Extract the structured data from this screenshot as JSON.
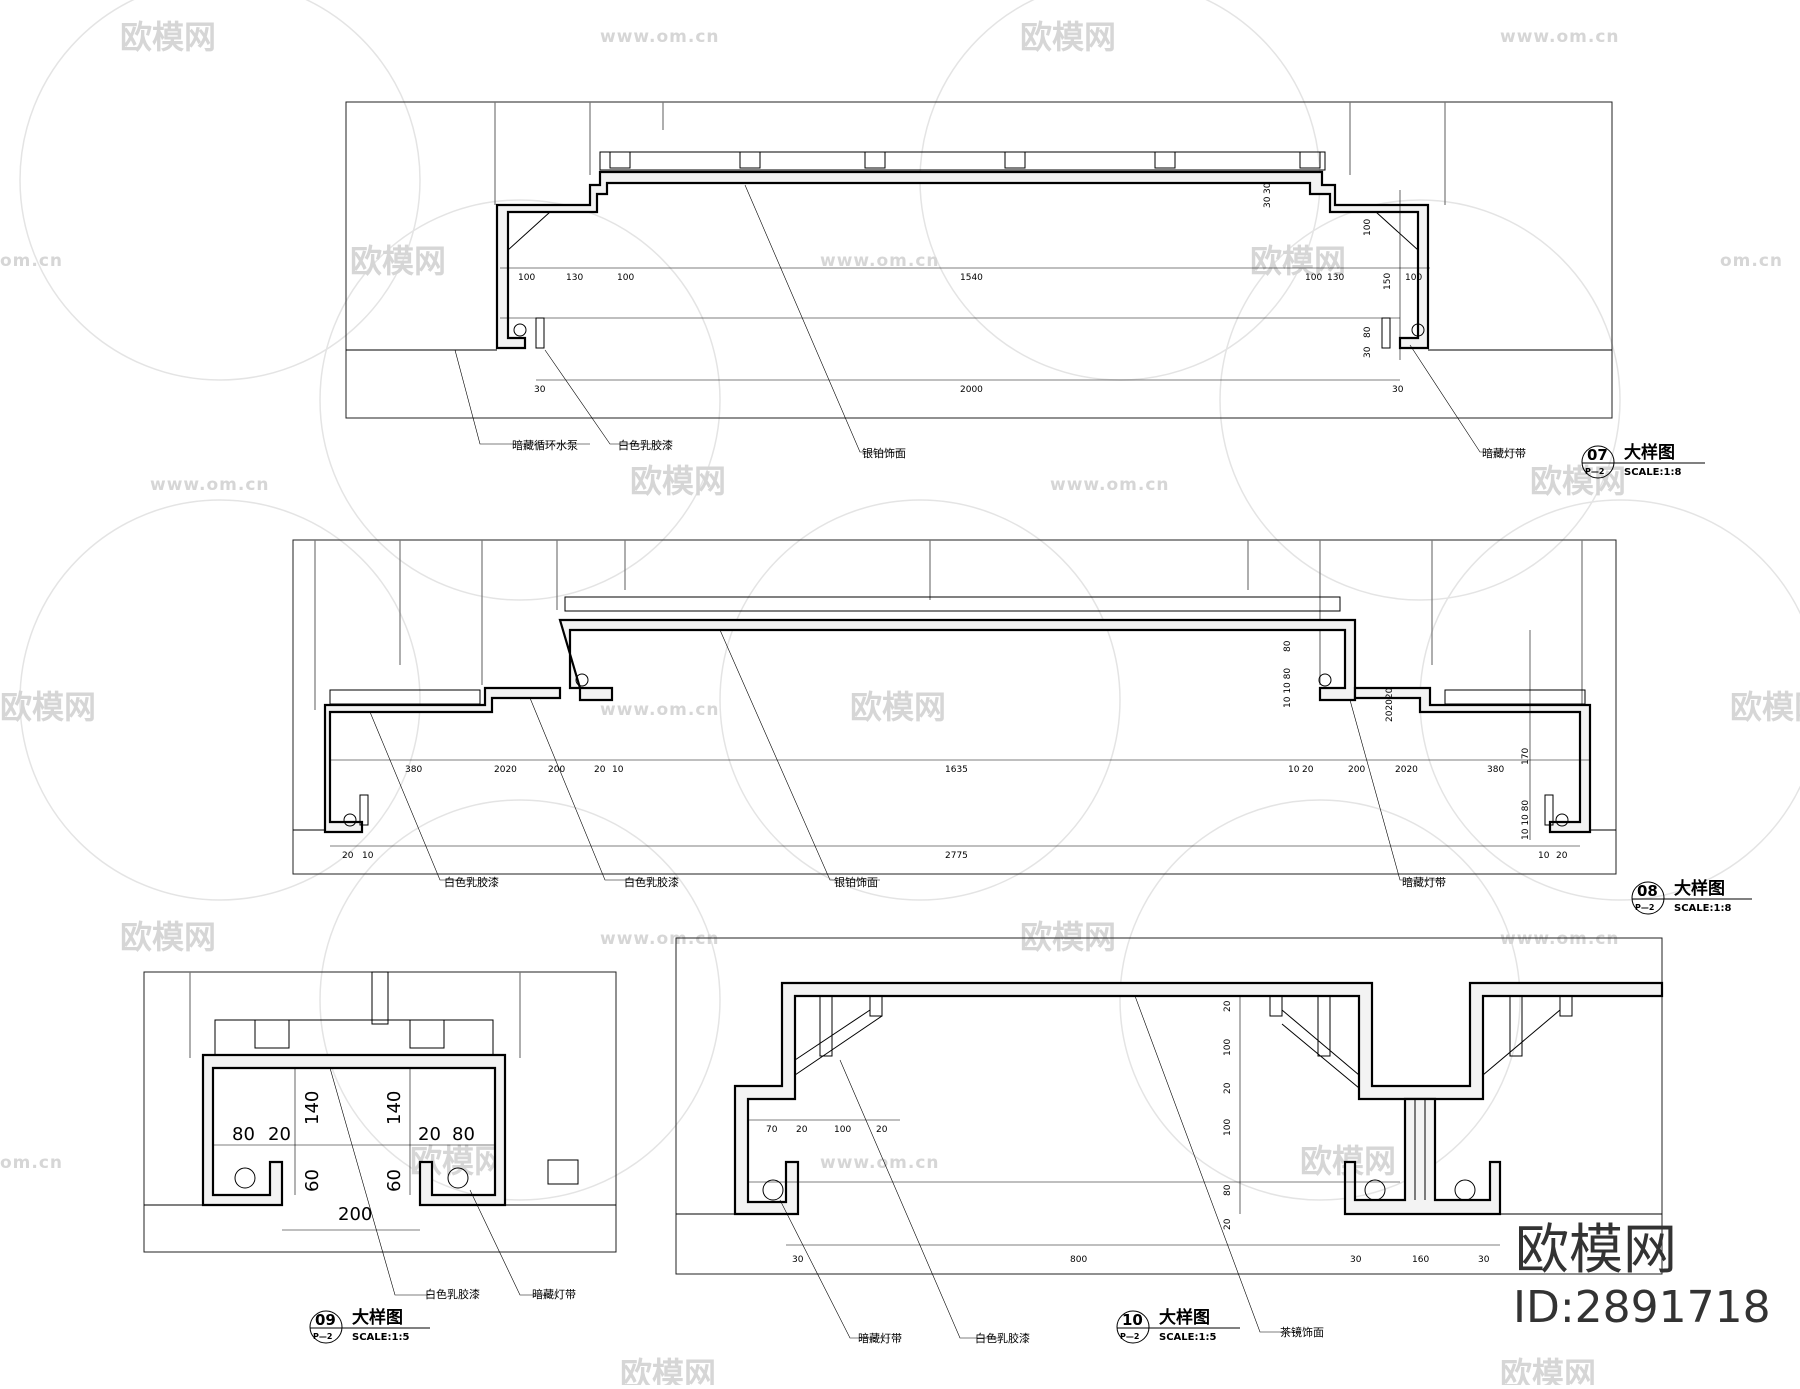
{
  "detail07": {
    "dims_top": [
      "100",
      "130",
      "100",
      "1540",
      "100",
      "130",
      "100"
    ],
    "dims_right": [
      "30",
      "30",
      "100",
      "150",
      "80",
      "30"
    ],
    "dim_bottom": [
      "30",
      "2000",
      "30"
    ],
    "labels": [
      "暗藏循环水泵",
      "白色乳胶漆",
      "银铂饰面",
      "暗藏灯带"
    ],
    "title": {
      "number": "07",
      "sheet": "P—2",
      "name": "大样图",
      "scale": "SCALE:1:8"
    }
  },
  "detail08": {
    "dims_top": [
      "380",
      "2020",
      "200",
      "20",
      "10",
      "1635",
      "10",
      "20",
      "200",
      "2020",
      "380"
    ],
    "dims_right": [
      "80",
      "10 10 80",
      "202020",
      "170",
      "10 10 80"
    ],
    "dim_bottom": [
      "20",
      "10",
      "2775",
      "10",
      "20"
    ],
    "labels": [
      "白色乳胶漆",
      "白色乳胶漆",
      "银铂饰面",
      "暗藏灯带"
    ],
    "title": {
      "number": "08",
      "sheet": "P—2",
      "name": "大样图",
      "scale": "SCALE:1:8"
    }
  },
  "detail09": {
    "dims": [
      "80",
      "20",
      "140",
      "140",
      "20",
      "80",
      "60",
      "60",
      "200"
    ],
    "labels": [
      "白色乳胶漆",
      "暗藏灯带"
    ],
    "title": {
      "number": "09",
      "sheet": "P—2",
      "name": "大样图",
      "scale": "SCALE:1:5"
    }
  },
  "detail10": {
    "dims_top": [
      "70",
      "20",
      "100",
      "20"
    ],
    "dims_right": [
      "20",
      "100",
      "20",
      "100",
      "80",
      "20"
    ],
    "dim_bottom": [
      "30",
      "800",
      "30",
      "160",
      "30"
    ],
    "labels": [
      "暗藏灯带",
      "白色乳胶漆",
      "茶镜饰面"
    ],
    "title": {
      "number": "10",
      "sheet": "P—2",
      "name": "大样图",
      "scale": "SCALE:1:5"
    }
  },
  "watermark": {
    "brand": "欧模网",
    "url": "www.om.cn",
    "url_short": "om.cn",
    "id": "ID:2891718"
  },
  "colors": {
    "line": "#000000",
    "watermark": "#d6d6d6",
    "brand_mark": "#333333"
  }
}
